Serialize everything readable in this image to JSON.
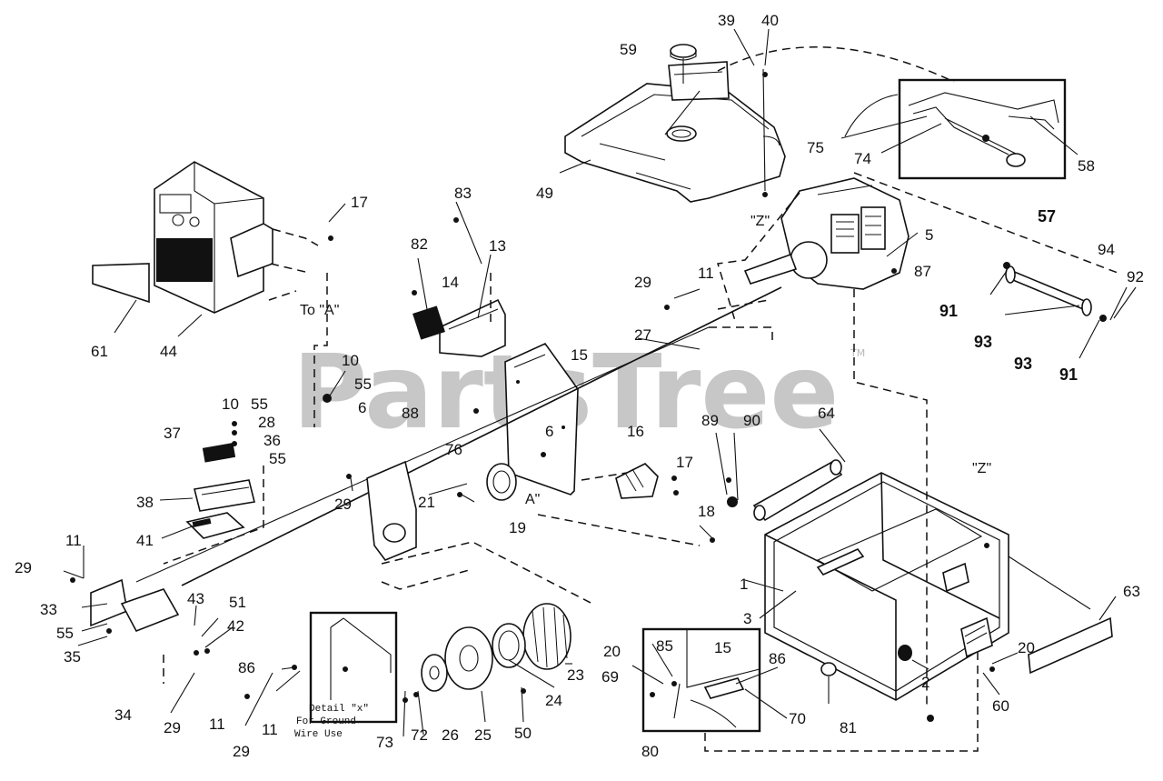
{
  "watermark": "PartsTree",
  "watermark_tm": "TM",
  "callouts": [
    {
      "id": "c59",
      "text": "59"
    },
    {
      "id": "c39",
      "text": "39"
    },
    {
      "id": "c40",
      "text": "40"
    },
    {
      "id": "c75",
      "text": "75"
    },
    {
      "id": "c74",
      "text": "74"
    },
    {
      "id": "c58",
      "text": "58"
    },
    {
      "id": "c57",
      "text": "57"
    },
    {
      "id": "c49",
      "text": "49"
    },
    {
      "id": "c5",
      "text": "5"
    },
    {
      "id": "c87",
      "text": "87"
    },
    {
      "id": "c94",
      "text": "94"
    },
    {
      "id": "c92",
      "text": "92"
    },
    {
      "id": "c91a",
      "text": "91"
    },
    {
      "id": "c93a",
      "text": "93"
    },
    {
      "id": "c93b",
      "text": "93"
    },
    {
      "id": "c91b",
      "text": "91"
    },
    {
      "id": "c17a",
      "text": "17"
    },
    {
      "id": "c61",
      "text": "61"
    },
    {
      "id": "c44",
      "text": "44"
    },
    {
      "id": "c83",
      "text": "83"
    },
    {
      "id": "c82",
      "text": "82"
    },
    {
      "id": "c13",
      "text": "13"
    },
    {
      "id": "c14",
      "text": "14"
    },
    {
      "id": "c29a",
      "text": "29"
    },
    {
      "id": "c11a",
      "text": "11"
    },
    {
      "id": "c27",
      "text": "27"
    },
    {
      "id": "c15a",
      "text": "15"
    },
    {
      "id": "c10a",
      "text": "10"
    },
    {
      "id": "c55a",
      "text": "55"
    },
    {
      "id": "c6a",
      "text": "6"
    },
    {
      "id": "c10b",
      "text": "10"
    },
    {
      "id": "c55b",
      "text": "55"
    },
    {
      "id": "c28",
      "text": "28"
    },
    {
      "id": "c36",
      "text": "36"
    },
    {
      "id": "c55c",
      "text": "55"
    },
    {
      "id": "c37",
      "text": "37"
    },
    {
      "id": "c88",
      "text": "88"
    },
    {
      "id": "c76",
      "text": "76"
    },
    {
      "id": "c6b",
      "text": "6"
    },
    {
      "id": "c16",
      "text": "16"
    },
    {
      "id": "c17b",
      "text": "17"
    },
    {
      "id": "c89",
      "text": "89"
    },
    {
      "id": "c90",
      "text": "90"
    },
    {
      "id": "c64",
      "text": "64"
    },
    {
      "id": "c38",
      "text": "38"
    },
    {
      "id": "c29b",
      "text": "29"
    },
    {
      "id": "c21",
      "text": "21"
    },
    {
      "id": "c19",
      "text": "19"
    },
    {
      "id": "c18",
      "text": "18"
    },
    {
      "id": "c41",
      "text": "41"
    },
    {
      "id": "c1",
      "text": "1"
    },
    {
      "id": "c3",
      "text": "3"
    },
    {
      "id": "c63",
      "text": "63"
    },
    {
      "id": "c11b",
      "text": "11"
    },
    {
      "id": "c29c",
      "text": "29"
    },
    {
      "id": "c33",
      "text": "33"
    },
    {
      "id": "c43",
      "text": "43"
    },
    {
      "id": "c51",
      "text": "51"
    },
    {
      "id": "c55d",
      "text": "55"
    },
    {
      "id": "c42",
      "text": "42"
    },
    {
      "id": "c35",
      "text": "35"
    },
    {
      "id": "c86a",
      "text": "86"
    },
    {
      "id": "c23",
      "text": "23"
    },
    {
      "id": "c20a",
      "text": "20"
    },
    {
      "id": "c85",
      "text": "85"
    },
    {
      "id": "c15b",
      "text": "15"
    },
    {
      "id": "c86b",
      "text": "86"
    },
    {
      "id": "c20b",
      "text": "20"
    },
    {
      "id": "c60",
      "text": "60"
    },
    {
      "id": "c69",
      "text": "69"
    },
    {
      "id": "c24",
      "text": "24"
    },
    {
      "id": "c2",
      "text": "2"
    },
    {
      "id": "c70",
      "text": "70"
    },
    {
      "id": "c81",
      "text": "81"
    },
    {
      "id": "c34",
      "text": "34"
    },
    {
      "id": "c29d",
      "text": "29"
    },
    {
      "id": "c11c",
      "text": "11"
    },
    {
      "id": "c29e",
      "text": "29"
    },
    {
      "id": "c11d",
      "text": "11"
    },
    {
      "id": "c73",
      "text": "73"
    },
    {
      "id": "c72",
      "text": "72"
    },
    {
      "id": "c26",
      "text": "26"
    },
    {
      "id": "c25",
      "text": "25"
    },
    {
      "id": "c50",
      "text": "50"
    },
    {
      "id": "c80",
      "text": "80"
    }
  ],
  "refs": {
    "z_top": "\"Z\"",
    "z_frame": "\"Z\"",
    "to_a": "To \"A\"",
    "a_mark": "A\"",
    "detail_title": "Detail \"x\"",
    "detail_line2": "For Ground",
    "detail_line3": "Wire Use"
  }
}
